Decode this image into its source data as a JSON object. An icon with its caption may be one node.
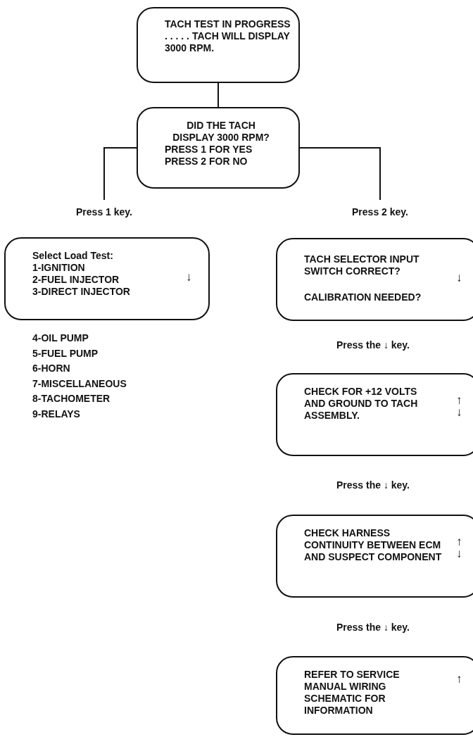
{
  "diagram": {
    "nodes": [
      {
        "text": [
          "TACH TEST IN PROGRESS . . . . . TACH WILL DISPLAY 3000 RPM."
        ]
      },
      {
        "text": [
          "DID THE TACH DISPLAY 3000 RPM?",
          "PRESS 1 FOR YES",
          "PRESS 2 FOR NO"
        ]
      },
      {
        "text": [
          "Press 1 key."
        ]
      },
      {
        "text": [
          "Press 2 key."
        ]
      },
      {
        "text": [
          "Select Load Test:",
          "1-IGNITION",
          "2-FUEL INJECTOR",
          "3-DIRECT INJECTOR",
          "↓"
        ],
        "beside": [
          "4-OIL PUMP",
          "5-FUEL PUMP",
          "6-HORN",
          "7-MISCELLANEOUS",
          "8-TACHOMETER",
          "9-RELAYS"
        ]
      },
      {
        "text": [
          "TACH SELECTOR INPUT SWITCH CORRECT?",
          "CALIBRATION NEEDED?",
          "↓"
        ]
      },
      {
        "text": [
          "CHECK FOR +12 VOLTS AND GROUND TO TACH ASSEMBLY.",
          "↑",
          "↓"
        ]
      },
      {
        "text": [
          "CHECK HARNESS CONTINUITY BETWEEN ECM AND SUSPECT COMPONENT",
          "↑",
          "↓"
        ]
      },
      {
        "text": [
          "REFER TO SERVICE MANUAL WIRING SCHEMATIC FOR INFORMATION",
          "↑"
        ]
      }
    ],
    "edges": [
      {
        "from": 0,
        "to": 1,
        "arrow": "none"
      },
      {
        "from": 1,
        "to": 2,
        "arrow": "none"
      },
      {
        "from": 1,
        "to": 3,
        "arrow": "none"
      }
    ],
    "labels": [
      "Press the ↓ key.",
      "Press the ↓ key.",
      "Press the ↓ key."
    ]
  }
}
